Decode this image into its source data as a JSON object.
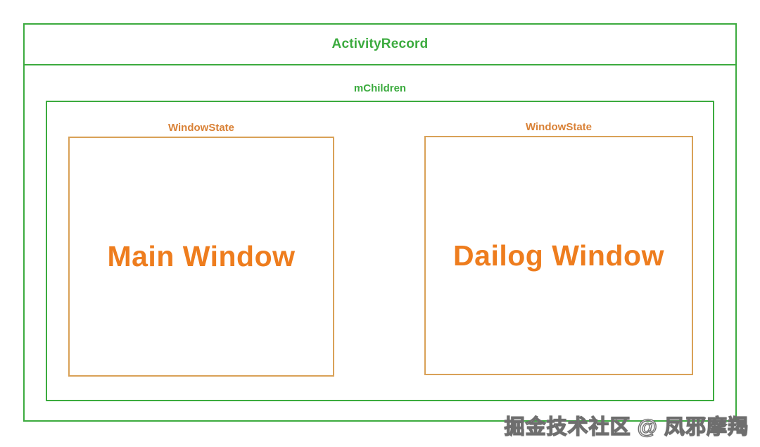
{
  "diagram": {
    "title": "ActivityRecord",
    "children_label": "mChildren",
    "windows": [
      {
        "type_label": "WindowState",
        "name": "Main Window"
      },
      {
        "type_label": "WindowState",
        "name": "Dailog Window"
      }
    ],
    "watermark": "掘金技术社区 @ 凤邪摩羯",
    "colors": {
      "green": "#3cab3f",
      "orange_border": "#d9a157",
      "orange_label": "#d98136",
      "orange_text": "#ee7d1e"
    }
  }
}
